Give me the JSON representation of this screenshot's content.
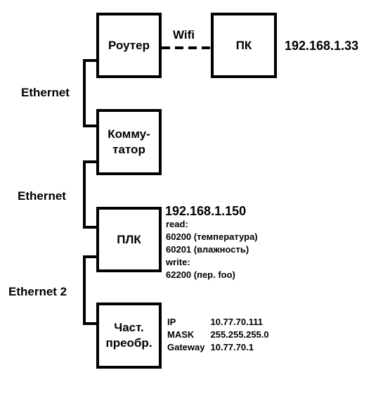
{
  "nodes": {
    "router": "Роутер",
    "pc": "ПК",
    "switch": "Комму-\nтатор",
    "plc": "ПЛК",
    "inverter": "Част.\nпреобр."
  },
  "links": {
    "wifi": "Wifi",
    "router_switch": "Ethernet",
    "switch_plc": "Ethernet",
    "plc_inverter": "Ethernet 2"
  },
  "pc_ip": "192.168.1.33",
  "plc_info": {
    "ip": "192.168.1.150",
    "registers": "read:\n60200 (температура)\n60201 (влажность)\nwrite:\n62200 (пер. foo)"
  },
  "inverter_net": {
    "rows": [
      {
        "key": "IP",
        "value": "10.77.70.111"
      },
      {
        "key": "MASK",
        "value": "255.255.255.0"
      },
      {
        "key": "Gateway",
        "value": "10.77.70.1"
      }
    ]
  }
}
